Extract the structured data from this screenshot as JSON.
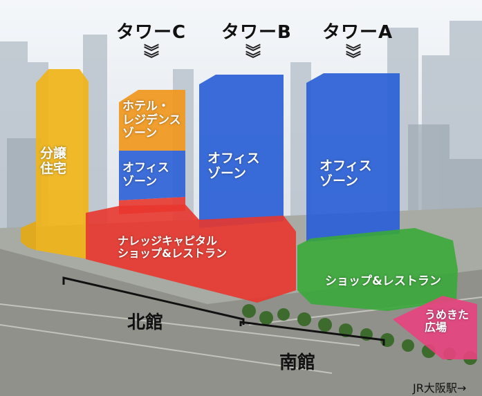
{
  "towers": [
    {
      "title": "タワーC"
    },
    {
      "title": "タワーB"
    },
    {
      "title": "タワーA"
    }
  ],
  "zones": {
    "residence": "分譲\n住宅",
    "hotel": "ホテル・\nレジデンス\nゾーン",
    "office_c": "オフィス\nゾーン",
    "office_b": "オフィス\nゾーン",
    "office_a": "オフィス\nゾーン",
    "north_podium": "ナレッジキャピタル\nショップ&レストラン",
    "south_podium": "ショップ&レストラン",
    "plaza": "うめきた\n広場"
  },
  "halls": {
    "north": "北館",
    "south": "南館"
  },
  "station": "JR大阪駅→",
  "colors": {
    "residence": "#f0b418",
    "hotel": "#f0981e",
    "office": "#2a5fd6",
    "north_podium": "#e8362e",
    "south_podium": "#3aa83a",
    "plaza": "#e8427e"
  }
}
